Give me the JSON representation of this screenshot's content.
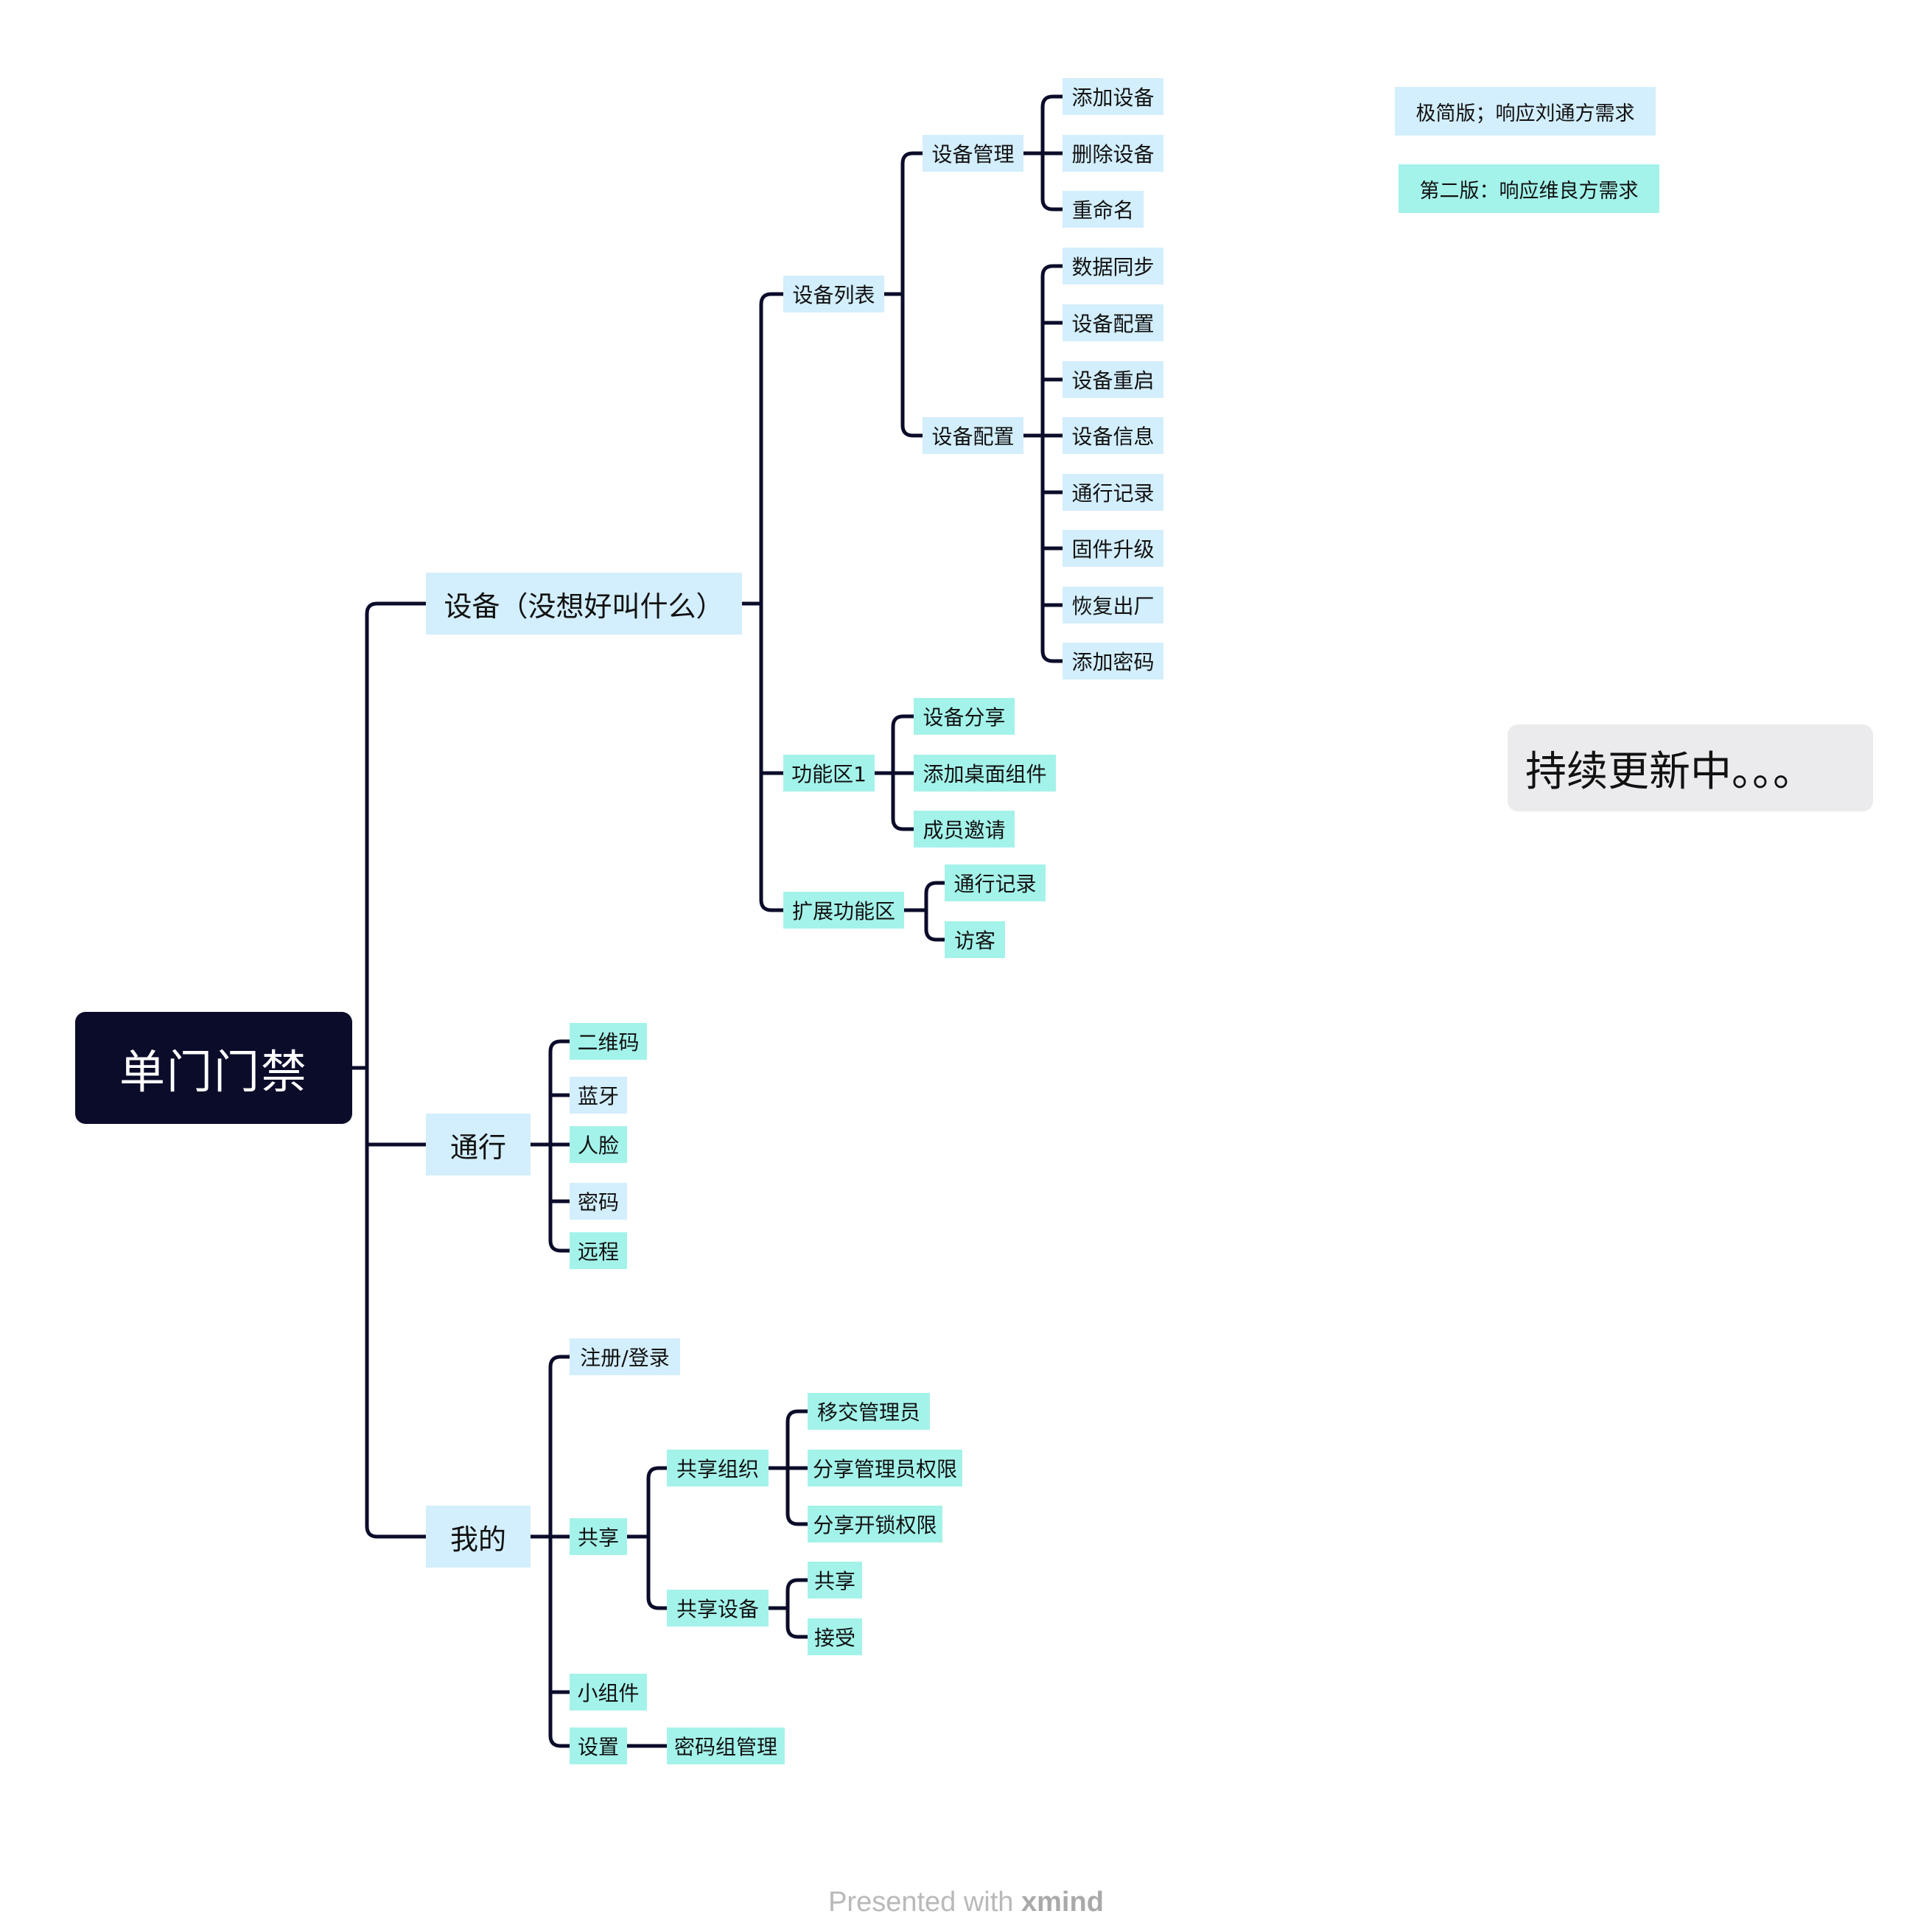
{
  "mindmap": {
    "root": "单门门禁",
    "branches": {
      "device": "设备（没想好叫什么）",
      "access": "通行",
      "mine": "我的"
    },
    "device": {
      "device_list": "设备列表",
      "device_manage": "设备管理",
      "manage_items": [
        "添加设备",
        "删除设备",
        "重命名"
      ],
      "device_config": "设备配置",
      "config_items": [
        "数据同步",
        "设备配置",
        "设备重启",
        "设备信息",
        "通行记录",
        "固件升级",
        "恢复出厂",
        "添加密码"
      ],
      "func_area": "功能区1",
      "func_items": [
        "设备分享",
        "添加桌面组件",
        "成员邀请"
      ],
      "ext_area": "扩展功能区",
      "ext_items": [
        "通行记录",
        "访客"
      ]
    },
    "access": {
      "items": [
        "二维码",
        "蓝牙",
        "人脸",
        "密码",
        "远程"
      ]
    },
    "mine": {
      "register": "注册/登录",
      "share": "共享",
      "share_org": "共享组织",
      "share_org_items": [
        "移交管理员",
        "分享管理员权限",
        "分享开锁权限"
      ],
      "share_device": "共享设备",
      "share_device_items": [
        "共享",
        "接受"
      ],
      "widget": "小组件",
      "settings": "设置",
      "settings_items": [
        "密码组管理"
      ]
    }
  },
  "legend": {
    "v1": "极简版；响应刘通方需求",
    "v2": "第二版：响应维良方需求"
  },
  "status": "持续更新中。。。",
  "footer": {
    "prefix": "Presented with ",
    "brand": "xmind"
  },
  "colors": {
    "line": "#0b0c2a",
    "root": "#0b0c2a",
    "v1_blue": "#d3eefc",
    "v2_teal": "#a4f3ea"
  }
}
